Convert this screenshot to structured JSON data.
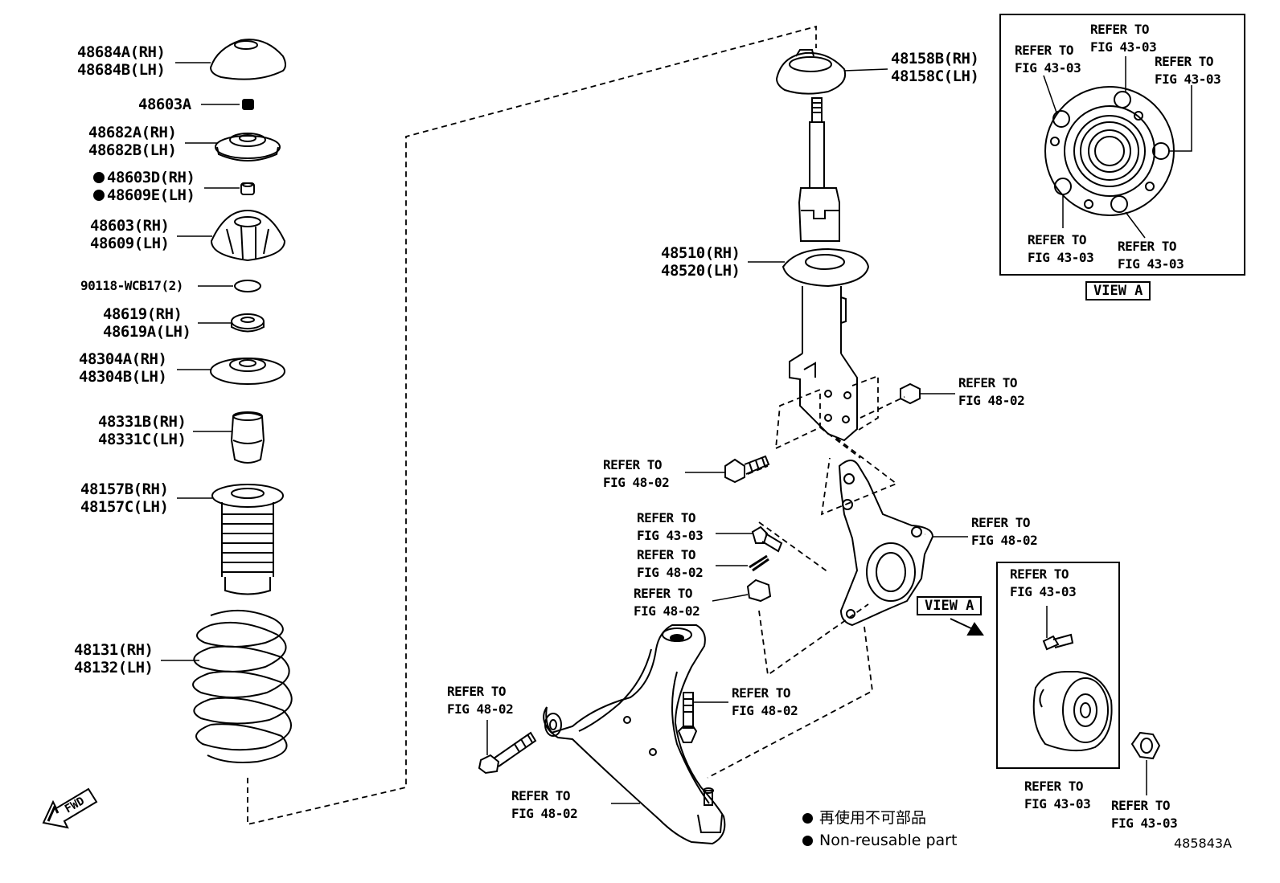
{
  "parts_left": [
    {
      "id": "p48684",
      "lines": [
        "48684A(RH)",
        "48684B(LH)"
      ]
    },
    {
      "id": "p48603a",
      "lines": [
        "48603A"
      ]
    },
    {
      "id": "p48682",
      "lines": [
        "48682A(RH)",
        "48682B(LH)"
      ]
    },
    {
      "id": "p48603d",
      "lines": [
        "48603D(RH)",
        "48609E(LH)"
      ],
      "non_reusable": true
    },
    {
      "id": "p48603",
      "lines": [
        "48603(RH)",
        "48609(LH)"
      ]
    },
    {
      "id": "p90118",
      "lines": [
        "90118-WCB17(2)"
      ]
    },
    {
      "id": "p48619",
      "lines": [
        "48619(RH)",
        "48619A(LH)"
      ]
    },
    {
      "id": "p48304",
      "lines": [
        "48304A(RH)",
        "48304B(LH)"
      ]
    },
    {
      "id": "p48331",
      "lines": [
        "48331B(RH)",
        "48331C(LH)"
      ]
    },
    {
      "id": "p48157",
      "lines": [
        "48157B(RH)",
        "48157C(LH)"
      ]
    },
    {
      "id": "p48131",
      "lines": [
        "48131(RH)",
        "48132(LH)"
      ]
    }
  ],
  "parts_center": {
    "p48158": [
      "48158B(RH)",
      "48158C(LH)"
    ],
    "p48510": [
      "48510(RH)",
      "48520(LH)"
    ]
  },
  "refer_labels": {
    "r_strut_nut": [
      "REFER TO",
      "FIG 48-02"
    ],
    "r_strut_bolt": [
      "REFER TO",
      "FIG 48-02"
    ],
    "r_knuckle_bolt": [
      "REFER TO",
      "FIG 43-03"
    ],
    "r_cotter": [
      "REFER TO",
      "FIG 48-02"
    ],
    "r_castle_nut": [
      "REFER TO",
      "FIG 48-02"
    ],
    "r_knuckle": [
      "REFER TO",
      "FIG 48-02"
    ],
    "r_arm_bolt_left": [
      "REFER TO",
      "FIG 48-02"
    ],
    "r_arm_bolt_mid": [
      "REFER TO",
      "FIG 48-02"
    ],
    "r_lower_arm": [
      "REFER TO",
      "FIG 48-02"
    ],
    "r_hub_bolt": [
      "REFER TO",
      "FIG 43-03"
    ],
    "r_hub": [
      "REFER TO",
      "FIG 43-03"
    ],
    "r_hub_nut": [
      "REFER TO",
      "FIG 43-03"
    ],
    "va_top": [
      "REFER TO",
      "FIG 43-03"
    ],
    "va_topleft": [
      "REFER TO",
      "FIG 43-03"
    ],
    "va_topright": [
      "REFER TO",
      "FIG 43-03"
    ],
    "va_botleft": [
      "REFER TO",
      "FIG 43-03"
    ],
    "va_botright": [
      "REFER TO",
      "FIG 43-03"
    ]
  },
  "view_a": {
    "box_label": "VIEW A",
    "arrow_label": "VIEW A"
  },
  "legend": {
    "jp": "再使用不可部品",
    "en": "Non-reusable part"
  },
  "fwd": "FWD",
  "figure_number": "485843A"
}
